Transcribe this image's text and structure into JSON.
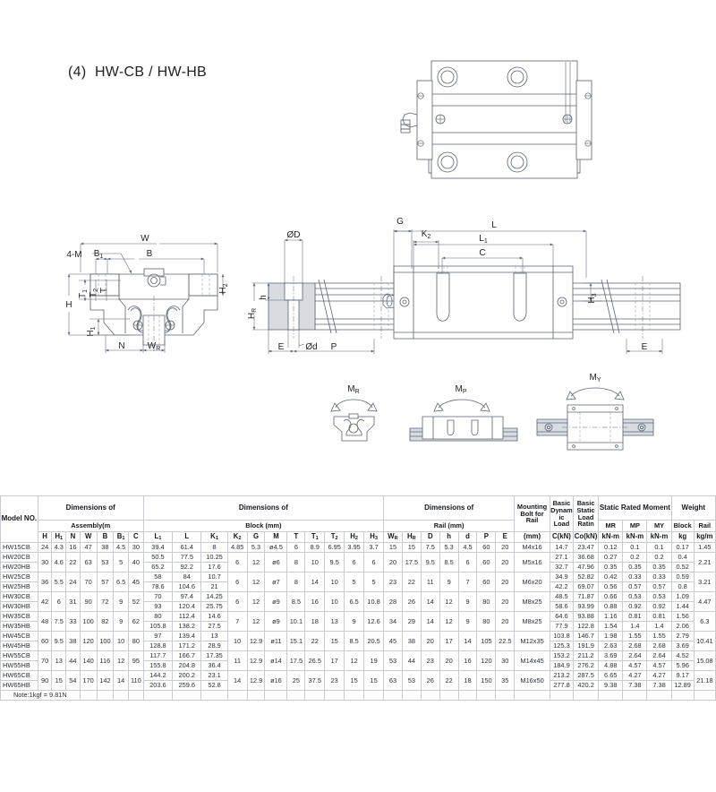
{
  "figure": {
    "title": "(4)  HW-CB / HW-HB",
    "callouts": {
      "four_m": "4-M",
      "W": "W",
      "B": "B",
      "B1": "B1",
      "H": "H",
      "H1": "H1",
      "H2": "H2",
      "H3": "H3",
      "T": "T",
      "T1": "T1",
      "T2": "T2",
      "N": "N",
      "WR": "WR",
      "HR": "HR",
      "G": "G",
      "K2": "K2",
      "L": "L",
      "L1": "L1",
      "C": "C",
      "E": "E",
      "E2": "E",
      "P": "P",
      "OD": "ØD",
      "Od": "Ød",
      "h": "h"
    },
    "moment_labels": {
      "MR": "MR",
      "MP": "MP",
      "MY": "MY"
    }
  },
  "table": {
    "group_headers": {
      "model": "Model NO.",
      "assembly": "Dimensions of",
      "assembly_sub": "Assembly(m",
      "block": "Dimensions of",
      "block_sub": "Block (mm)",
      "rail": "Dimensions of",
      "rail_sub": "Rail (mm)",
      "bolt": "Mounting Bolt for Rail",
      "bolt_unit": "(mm)",
      "dyn": "Basic Dynamic Load",
      "dyn_unit": "C(kN)",
      "stat": "Basic Static Load Ratin",
      "stat_unit": "Co(kN)",
      "moment": "Static Rated Moment",
      "weight": "Weight"
    },
    "columns": [
      "H",
      "H1",
      "N",
      "W",
      "B",
      "B1",
      "C",
      "L1",
      "L",
      "K1",
      "K2",
      "G",
      "M",
      "T",
      "T1",
      "T2",
      "H2",
      "H3",
      "WR",
      "HR",
      "D",
      "h",
      "d",
      "P",
      "E"
    ],
    "moment_cols": [
      "MR",
      "MP",
      "MY"
    ],
    "moment_units": [
      "kN-m",
      "kN-m",
      "kN-m"
    ],
    "weight_cols": [
      "Block",
      "Rail"
    ],
    "weight_units": [
      "kg",
      "kg/m"
    ],
    "note": "Note:1kgf = 9.81N",
    "rows": [
      {
        "models": [
          "HW15CB"
        ],
        "assembly": {
          "H": "24",
          "H1": "4.3",
          "N": "16",
          "W": "47",
          "B": "38",
          "B1": "4.5",
          "C": "30"
        },
        "pairs": {
          "L1": [
            "39.4"
          ],
          "L": [
            "61.4"
          ],
          "K1": [
            "8"
          ]
        },
        "block": {
          "K2": "4.85",
          "G": "5.3",
          "M": "ø4.5",
          "T": "6",
          "T1": "8.9",
          "T2": "6.95",
          "H2": "3.95",
          "H3": "3.7"
        },
        "rail": {
          "WR": "15",
          "HR": "15",
          "D": "7.5",
          "h": "5.3",
          "d": "4.5",
          "P": "60",
          "E": "20"
        },
        "bolt": "M4x16",
        "loads": [
          {
            "C": "14.7",
            "Co": "23.47",
            "MR": "0.12",
            "MP": "0.1",
            "MY": "0.1",
            "block": "0.17"
          }
        ],
        "rail_weight": "1.45"
      },
      {
        "models": [
          "HW20CB",
          "HW20HB"
        ],
        "assembly": {
          "H": "30",
          "H1": "4.6",
          "N": "22",
          "W": "63",
          "B": "53",
          "B1": "5",
          "C": "40"
        },
        "pairs": {
          "L1": [
            "50.5",
            "65.2"
          ],
          "L": [
            "77.5",
            "92.2"
          ],
          "K1": [
            "10.25",
            "17.6"
          ]
        },
        "block": {
          "K2": "6",
          "G": "12",
          "M": "ø6",
          "T": "8",
          "T1": "10",
          "T2": "9.5",
          "H2": "6",
          "H3": "6"
        },
        "rail": {
          "WR": "20",
          "HR": "17.5",
          "D": "9.5",
          "h": "8.5",
          "d": "6",
          "P": "60",
          "E": "20"
        },
        "bolt": "M5x16",
        "loads": [
          {
            "C": "27.1",
            "Co": "36.68",
            "MR": "0.27",
            "MP": "0.2",
            "MY": "0.2",
            "block": "0.4"
          },
          {
            "C": "32.7",
            "Co": "47.96",
            "MR": "0.35",
            "MP": "0.35",
            "MY": "0.35",
            "block": "0.52"
          }
        ],
        "rail_weight": "2.21"
      },
      {
        "models": [
          "HW25CB",
          "HW25HB"
        ],
        "assembly": {
          "H": "36",
          "H1": "5.5",
          "N": "24",
          "W": "70",
          "B": "57",
          "B1": "6.5",
          "C": "45"
        },
        "pairs": {
          "L1": [
            "58",
            "78.6"
          ],
          "L": [
            "84",
            "104.6"
          ],
          "K1": [
            "10.7",
            "21"
          ]
        },
        "block": {
          "K2": "6",
          "G": "12",
          "M": "ø7",
          "T": "8",
          "T1": "14",
          "T2": "10",
          "H2": "5",
          "H3": "5"
        },
        "rail": {
          "WR": "23",
          "HR": "22",
          "D": "11",
          "h": "9",
          "d": "7",
          "P": "60",
          "E": "20"
        },
        "bolt": "M6x20",
        "loads": [
          {
            "C": "34.9",
            "Co": "52.82",
            "MR": "0.42",
            "MP": "0.33",
            "MY": "0.33",
            "block": "0.59"
          },
          {
            "C": "42.2",
            "Co": "69.07",
            "MR": "0.56",
            "MP": "0.57",
            "MY": "0.57",
            "block": "0.8"
          }
        ],
        "rail_weight": "3.21"
      },
      {
        "models": [
          "HW30CB",
          "HW30HB"
        ],
        "assembly": {
          "H": "42",
          "H1": "6",
          "N": "31",
          "W": "90",
          "B": "72",
          "B1": "9",
          "C": "52"
        },
        "pairs": {
          "L1": [
            "70",
            "93"
          ],
          "L": [
            "97.4",
            "120.4"
          ],
          "K1": [
            "14.25",
            "25.75"
          ]
        },
        "block": {
          "K2": "6",
          "G": "12",
          "M": "ø9",
          "T": "8.5",
          "T1": "16",
          "T2": "10",
          "H2": "6.5",
          "H3": "10.8"
        },
        "rail": {
          "WR": "28",
          "HR": "26",
          "D": "14",
          "h": "12",
          "d": "9",
          "P": "80",
          "E": "20"
        },
        "bolt": "M8x25",
        "loads": [
          {
            "C": "48.5",
            "Co": "71.87",
            "MR": "0.66",
            "MP": "0.53",
            "MY": "0.53",
            "block": "1.09"
          },
          {
            "C": "58.6",
            "Co": "93.99",
            "MR": "0.88",
            "MP": "0.92",
            "MY": "0.92",
            "block": "1.44"
          }
        ],
        "rail_weight": "4.47"
      },
      {
        "models": [
          "HW35CB",
          "HW35HB"
        ],
        "assembly": {
          "H": "48",
          "H1": "7.5",
          "N": "33",
          "W": "100",
          "B": "82",
          "B1": "9",
          "C": "62"
        },
        "pairs": {
          "L1": [
            "80",
            "105.8"
          ],
          "L": [
            "112.4",
            "138.2"
          ],
          "K1": [
            "14.6",
            "27.5"
          ]
        },
        "block": {
          "K2": "7",
          "G": "12",
          "M": "ø9",
          "T": "10.1",
          "T1": "18",
          "T2": "13",
          "H2": "9",
          "H3": "12.6"
        },
        "rail": {
          "WR": "34",
          "HR": "29",
          "D": "14",
          "h": "12",
          "d": "9",
          "P": "80",
          "E": "20"
        },
        "bolt": "M8x25",
        "loads": [
          {
            "C": "64.6",
            "Co": "93.88",
            "MR": "1.16",
            "MP": "0.81",
            "MY": "0.81",
            "block": "1.56"
          },
          {
            "C": "77.9",
            "Co": "122.8",
            "MR": "1.54",
            "MP": "1.4",
            "MY": "1.4",
            "block": "2.06"
          }
        ],
        "rail_weight": "6.3"
      },
      {
        "models": [
          "HW45CB",
          "HW45HB"
        ],
        "assembly": {
          "H": "60",
          "H1": "9.5",
          "N": "38",
          "W": "120",
          "B": "100",
          "B1": "10",
          "C": "80"
        },
        "pairs": {
          "L1": [
            "97",
            "128.8"
          ],
          "L": [
            "139.4",
            "171.2"
          ],
          "K1": [
            "13",
            "28.9"
          ]
        },
        "block": {
          "K2": "10",
          "G": "12.9",
          "M": "ø11",
          "T": "15.1",
          "T1": "22",
          "T2": "15",
          "H2": "8.5",
          "H3": "20.5"
        },
        "rail": {
          "WR": "45",
          "HR": "38",
          "D": "20",
          "h": "17",
          "d": "14",
          "P": "105",
          "E": "22.5"
        },
        "bolt": "M12x35",
        "loads": [
          {
            "C": "103.8",
            "Co": "146.7",
            "MR": "1.98",
            "MP": "1.55",
            "MY": "1.55",
            "block": "2.79"
          },
          {
            "C": "125.3",
            "Co": "191.9",
            "MR": "2.63",
            "MP": "2.68",
            "MY": "2.68",
            "block": "3.69"
          }
        ],
        "rail_weight": "10.41"
      },
      {
        "models": [
          "HW55CB",
          "HW55HB"
        ],
        "assembly": {
          "H": "70",
          "H1": "13",
          "N": "44",
          "W": "140",
          "B": "116",
          "B1": "12",
          "C": "95"
        },
        "pairs": {
          "L1": [
            "117.7",
            "155.8"
          ],
          "L": [
            "166.7",
            "204.8"
          ],
          "K1": [
            "17.35",
            "36.4"
          ]
        },
        "block": {
          "K2": "11",
          "G": "12.9",
          "M": "ø14",
          "T": "17.5",
          "T1": "26.5",
          "T2": "17",
          "H2": "12",
          "H3": "19"
        },
        "rail": {
          "WR": "53",
          "HR": "44",
          "D": "23",
          "h": "20",
          "d": "16",
          "P": "120",
          "E": "30"
        },
        "bolt": "M14x45",
        "loads": [
          {
            "C": "153.2",
            "Co": "211.2",
            "MR": "3.69",
            "MP": "2.64",
            "MY": "2.64",
            "block": "4.52"
          },
          {
            "C": "184.9",
            "Co": "276.2",
            "MR": "4.88",
            "MP": "4.57",
            "MY": "4.57",
            "block": "5.96"
          }
        ],
        "rail_weight": "15.08"
      },
      {
        "models": [
          "HW65CB",
          "HW65HB"
        ],
        "assembly": {
          "H": "90",
          "H1": "15",
          "N": "54",
          "W": "170",
          "B": "142",
          "B1": "14",
          "C": "110"
        },
        "pairs": {
          "L1": [
            "144.2",
            "203.6"
          ],
          "L": [
            "200.2",
            "259.6"
          ],
          "K1": [
            "23.1",
            "52.8"
          ]
        },
        "block": {
          "K2": "14",
          "G": "12.9",
          "M": "ø16",
          "T": "25",
          "T1": "37.5",
          "T2": "23",
          "H2": "15",
          "H3": "15"
        },
        "rail": {
          "WR": "63",
          "HR": "53",
          "D": "26",
          "h": "22",
          "d": "18",
          "P": "150",
          "E": "35"
        },
        "bolt": "M16x50",
        "loads": [
          {
            "C": "213.2",
            "Co": "287.5",
            "MR": "6.65",
            "MP": "4.27",
            "MY": "4.27",
            "block": "9.17"
          },
          {
            "C": "277.8",
            "Co": "420.2",
            "MR": "9.38",
            "MP": "7.38",
            "MY": "7.38",
            "block": "12.89"
          }
        ],
        "rail_weight": "21.18"
      }
    ]
  },
  "colors": {
    "line": "#5a6472",
    "text": "#2a2f36",
    "border": "#c9cdd3",
    "fill": "#d8dce1"
  }
}
